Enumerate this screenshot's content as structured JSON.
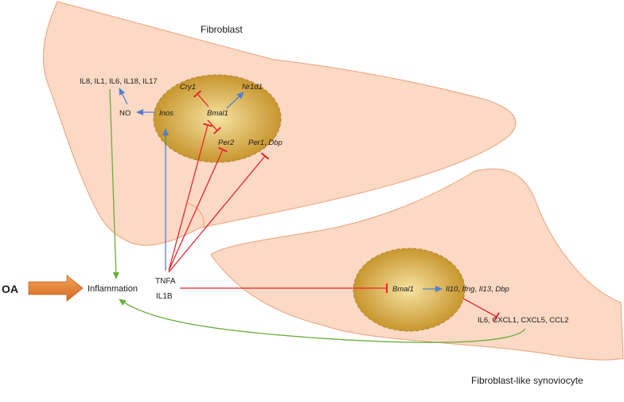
{
  "cells": {
    "fibroblast": {
      "title": "Fibroblast",
      "nucleus": {
        "cry1": "Cry1",
        "nr1d1": "Nr1d1",
        "bmal1": "Bmal1",
        "inos": "Inos",
        "per2": "Per2",
        "per1": "Per1",
        "dbp_sep": ", ",
        "dbp": "Dbp"
      },
      "cytokines": "IL8, IL1, IL6, IL18, IL17",
      "no": "NO"
    },
    "synoviocyte": {
      "title": "Fibroblast-like synoviocyte",
      "nucleus": {
        "bmal1": "Bmal1",
        "il10": "Il10",
        "ifng": "Ifng",
        "il13": "Il13",
        "dbp": "Dbp",
        "sep": ", "
      },
      "chemokines": "IL6, CXCL1, CXCL5, CCL2"
    }
  },
  "stimuli": {
    "oa": "OA",
    "inflammation": "Inflammation",
    "tnfa": "TNFA",
    "il1b": "IL1B"
  },
  "colors": {
    "cell_fill": "#fbd9c4",
    "cell_stroke": "#e8a17e",
    "nucleus_dark": "#c8962e",
    "nucleus_light": "#f6e3a3",
    "activation": "#4f7fd0",
    "inhibition": "#e8262c",
    "feedback": "#6aad3c",
    "oa_arrow": "#e07a2e"
  }
}
